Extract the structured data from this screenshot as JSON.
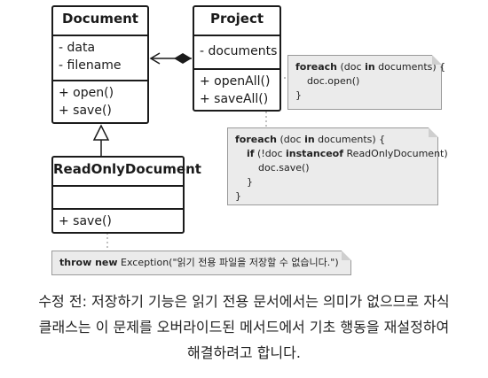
{
  "document_class": {
    "name": "Document",
    "fields": [
      "- data",
      "- filename"
    ],
    "methods": [
      "+ open()",
      "+ save()"
    ]
  },
  "project_class": {
    "name": "Project",
    "fields": [
      "- documents"
    ],
    "methods": [
      "+ openAll()",
      "+ saveAll()"
    ]
  },
  "readonly_class": {
    "name": "ReadOnlyDocument",
    "methods": [
      "+ save()"
    ]
  },
  "note_openall": {
    "l1": {
      "kw": "foreach",
      "rest1": " (doc ",
      "kw2": "in",
      "rest2": " documents) {"
    },
    "l2": "doc.open()",
    "l3": "}"
  },
  "note_saveall": {
    "l1": {
      "kw": "foreach",
      "rest1": " (doc ",
      "kw2": "in",
      "rest2": " documents) {"
    },
    "l2": {
      "kw": "if",
      "rest1": " (!doc ",
      "kw2": "instanceof",
      "rest2": " ReadOnlyDocument)"
    },
    "l3": "doc.save()",
    "l4": "}",
    "l5": "}"
  },
  "note_save": {
    "kw": "throw new",
    "rest": " Exception(\"읽기 전용 파일을 저장할 수 없습니다.\")"
  },
  "caption": {
    "line1": "수정 전: 저장하기 기능은 읽기 전용 문서에서는 의미가 없으므로 자식",
    "line2": "클래스는 이 문제를 오버라이드된 메서드에서 기초 행동을 재설정하여",
    "line3": "해결하려고 합니다."
  }
}
